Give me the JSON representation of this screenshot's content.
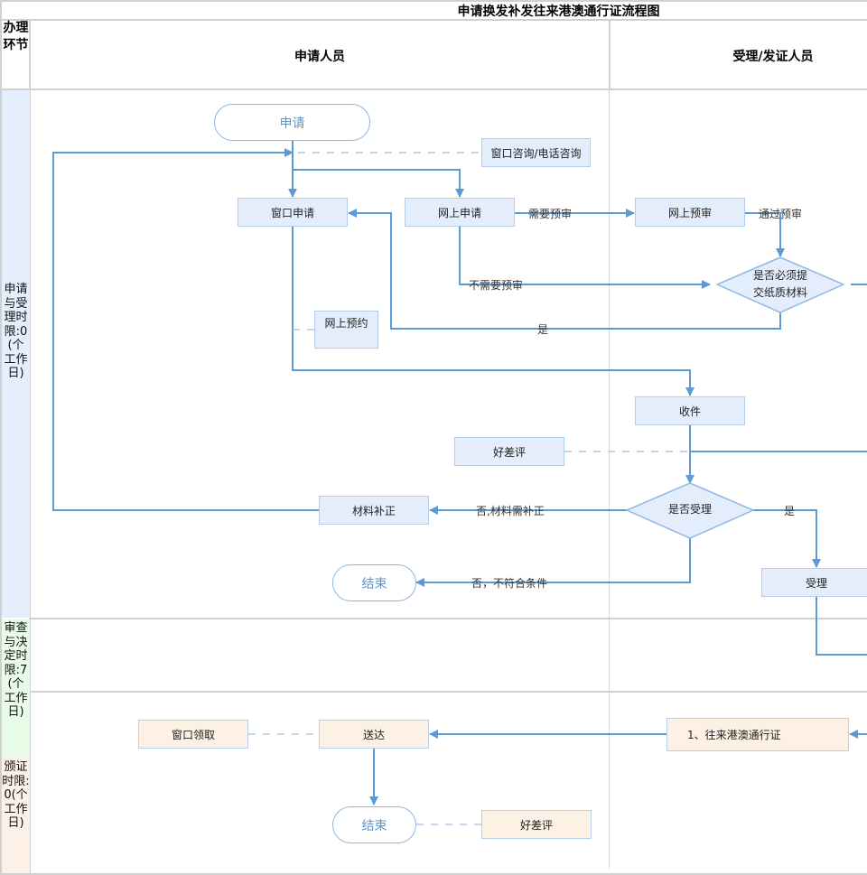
{
  "title": "申请换发补发往来港澳通行证流程图",
  "header": {
    "corner_label": "办理环节",
    "columns": [
      "申请人员",
      "受理/发证人员"
    ]
  },
  "stages": [
    {
      "label": "申请与受理时限：0（个工作日）",
      "display": "申请与受理时限:0(个工作日)",
      "color": "#e5eefc"
    },
    {
      "label": "审查与决定时限：7（个工作日）",
      "display": "审查与决定时限:7(个工作日)",
      "color": "#e8fbe6"
    },
    {
      "label": "颁证时限：0（个工作日）",
      "display": "颁证时限:0(个工作日)",
      "color": "#fdf0e6"
    }
  ],
  "nodes": {
    "start": "申请",
    "consult": "窗口咨询/电话咨询",
    "window_apply": "窗口申请",
    "online_apply": "网上申请",
    "online_precheck": "网上预审",
    "paper_decision_line1": "是否必须提",
    "paper_decision_line2": "交纸质材料",
    "online_booking": "网上预约",
    "receive": "收件",
    "rating1": "好差评",
    "accept_decision": "是否受理",
    "supplement": "材料补正",
    "end1": "结束",
    "accept": "受理",
    "certificate": "1、往来港澳通行证",
    "deliver": "送达",
    "window_pickup": "窗口领取",
    "end2": "结束",
    "rating2": "好差评"
  },
  "edge_labels": {
    "need_precheck": "需要预审",
    "pass_precheck": "通过预审",
    "no_precheck": "不需要预审",
    "yes_paper": "是",
    "no_supplement": "否,材料需补正",
    "no_unqualified": "否，不符合条件",
    "yes_accept": "是"
  },
  "colors": {
    "flow_line": "#5b9bd5",
    "dashed_line": "#a8c8ec",
    "node_blue_fill": "#e3edfc",
    "node_orange_fill": "#fdf0e4",
    "grid_line": "#d0d0d0"
  }
}
